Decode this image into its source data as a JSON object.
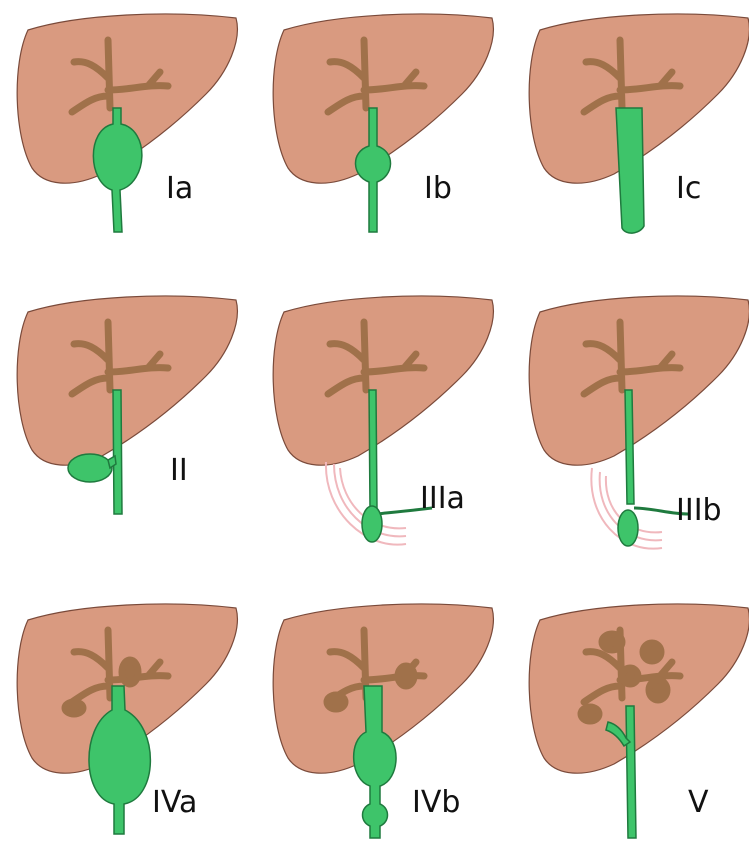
{
  "colors": {
    "liver_fill": "#d99a80",
    "liver_stroke": "#7a4a3a",
    "bile_brown": "#a0714a",
    "bile_brown_stroke": "#6b4528",
    "duct_green": "#3ec46a",
    "duct_green_stroke": "#1f7a3e",
    "pancreas_pink": "#f0b8bd"
  },
  "panels": [
    {
      "label": "Ia",
      "type": "Ia"
    },
    {
      "label": "Ib",
      "type": "Ib"
    },
    {
      "label": "Ic",
      "type": "Ic"
    },
    {
      "label": "II",
      "type": "II"
    },
    {
      "label": "IIIa",
      "type": "IIIa"
    },
    {
      "label": "IIIb",
      "type": "IIIb"
    },
    {
      "label": "IVa",
      "type": "IVa"
    },
    {
      "label": "IVb",
      "type": "IVb"
    },
    {
      "label": "V",
      "type": "V"
    }
  ]
}
